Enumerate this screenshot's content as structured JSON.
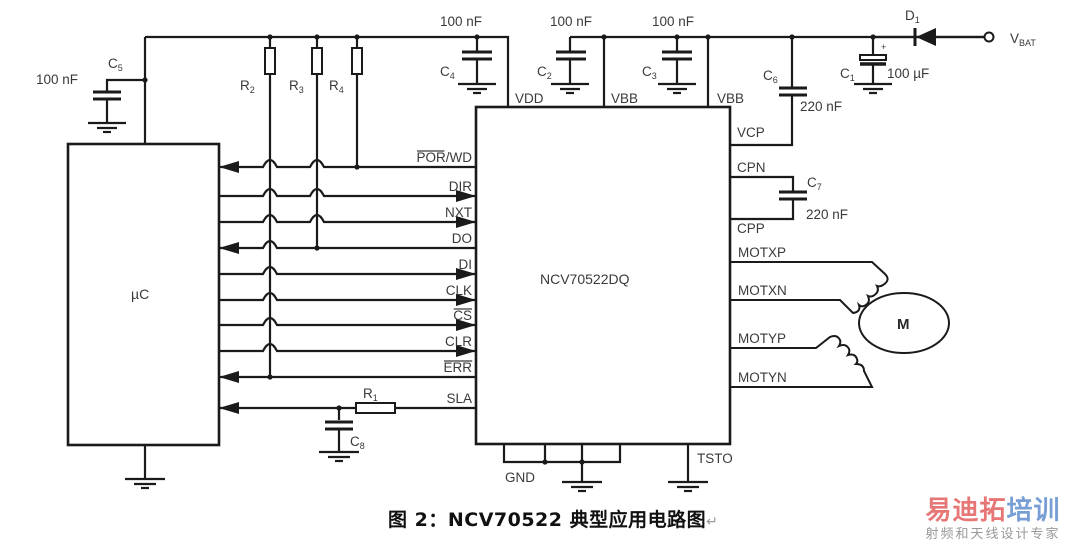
{
  "diagram": {
    "title": "NCV70522 typical application circuit",
    "microcontroller": {
      "label": "µC"
    },
    "driver_ic": {
      "label": "NCV70522DQ"
    },
    "components": {
      "C5": {
        "name": "C",
        "sub": "5",
        "value": "100 nF"
      },
      "C4": {
        "name": "C",
        "sub": "4",
        "value": "100 nF"
      },
      "C2": {
        "name": "C",
        "sub": "2",
        "value": "100 nF"
      },
      "C3": {
        "name": "C",
        "sub": "3",
        "value": "100 nF"
      },
      "C6": {
        "name": "C",
        "sub": "6",
        "value": "220 nF"
      },
      "C1": {
        "name": "C",
        "sub": "1",
        "value": "100 µF",
        "polarity": "+"
      },
      "C7": {
        "name": "C",
        "sub": "7",
        "value": "220 nF"
      },
      "C8": {
        "name": "C",
        "sub": "8"
      },
      "R1": {
        "name": "R",
        "sub": "1"
      },
      "R2": {
        "name": "R",
        "sub": "2"
      },
      "R3": {
        "name": "R",
        "sub": "3"
      },
      "R4": {
        "name": "R",
        "sub": "4"
      },
      "D1": {
        "name": "D",
        "sub": "1"
      }
    },
    "supply": {
      "name": "V",
      "sub": "BAT"
    },
    "top_pins": [
      "VDD",
      "VBB",
      "VBB"
    ],
    "left_pins": [
      {
        "label": "POR/WD",
        "overbar": "POR",
        "rest": "/WD",
        "direction": "out-to-uc"
      },
      {
        "label": "DIR",
        "direction": "in"
      },
      {
        "label": "NXT",
        "direction": "in"
      },
      {
        "label": "DO",
        "direction": "out-to-uc"
      },
      {
        "label": "DI",
        "direction": "in"
      },
      {
        "label": "CLK",
        "direction": "in"
      },
      {
        "label": "CS",
        "overbar": "CS",
        "direction": "in"
      },
      {
        "label": "CLR",
        "direction": "in"
      },
      {
        "label": "ERR",
        "overbar": "ERR",
        "direction": "out-to-uc"
      },
      {
        "label": "SLA",
        "direction": "out-to-uc"
      }
    ],
    "right_pins": {
      "vcp": "VCP",
      "cpn": "CPN",
      "cpp": "CPP",
      "motxp": "MOTXP",
      "motxn": "MOTXN",
      "motyp": "MOTYP",
      "motyn": "MOTYN"
    },
    "bottom_pins": {
      "gnd": "GND",
      "tsto": "TSTO"
    },
    "motor": {
      "label": "M"
    }
  },
  "caption": {
    "prefix": "图 2：",
    "text": "NCV70522 典型应用电路图",
    "return_mark": "↵"
  },
  "watermark": {
    "main_red": "易迪拓",
    "main_blue": "培训",
    "sub": "射频和天线设计专家"
  }
}
